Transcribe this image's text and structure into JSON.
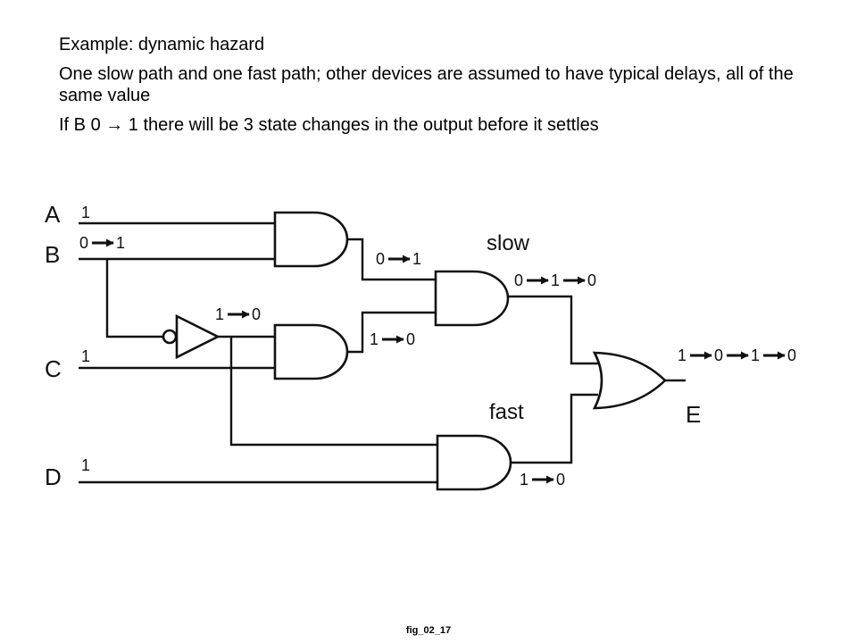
{
  "text": {
    "title": "Example: dynamic hazard",
    "line1": "One slow path  and one fast path; other devices are assumed to have typical delays, all of the same value",
    "line2_a": "If B 0 ",
    "line2_arrow": "→",
    "line2_b": " 1 there will be 3 state changes in the output before it settles"
  },
  "diagram": {
    "inputs": {
      "a": "A",
      "b": "B",
      "c": "C",
      "d": "D"
    },
    "output": "E",
    "path_labels": {
      "slow": "slow",
      "fast": "fast"
    },
    "values": {
      "a": [
        "1"
      ],
      "b": [
        "0",
        "1"
      ],
      "c": [
        "1"
      ],
      "d": [
        "1"
      ],
      "and1_out": [
        "0",
        "1"
      ],
      "inverter_out": [
        "1",
        "0"
      ],
      "and2_out": [
        "1",
        "0"
      ],
      "and3_out": [
        "0",
        "1",
        "0"
      ],
      "and4_out": [
        "1",
        "0"
      ],
      "or_out": [
        "1",
        "0",
        "1",
        "0"
      ]
    }
  },
  "caption": "fig_02_17"
}
